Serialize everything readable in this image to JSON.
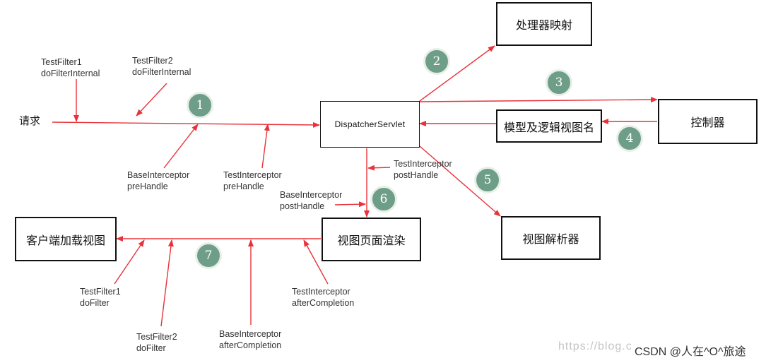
{
  "nodes": {
    "handler_mapping": "处理器映射",
    "dispatcher": "DispatcherServlet",
    "controller": "控制器",
    "model_view": "模型及逻辑视图名",
    "view_resolver": "视图解析器",
    "view_render": "视图页面渲染",
    "client": "客户端加载视图"
  },
  "request_label": "请求",
  "labels": {
    "test_filter1_top": [
      "TestFilter1",
      "doFilterInternal"
    ],
    "test_filter2_top": [
      "TestFilter2",
      "doFilterInternal"
    ],
    "base_pre": [
      "BaseInterceptor",
      "preHandle"
    ],
    "test_pre": [
      "TestInterceptor",
      "preHandle"
    ],
    "test_post": [
      "TestInterceptor",
      "postHandle"
    ],
    "base_post": [
      "BaseInterceptor",
      "postHandle"
    ],
    "test_filter1_bottom": [
      "TestFilter1",
      "doFilter"
    ],
    "test_filter2_bottom": [
      "TestFilter2",
      "doFilter"
    ],
    "base_after": [
      "BaseInterceptor",
      "afterCompletion"
    ],
    "test_after": [
      "TestInterceptor",
      "afterCompletion"
    ]
  },
  "steps": [
    "1",
    "2",
    "3",
    "4",
    "5",
    "6",
    "7"
  ],
  "watermark": {
    "faint": "https://blog.c",
    "credit": "CSDN @人在^O^旅途"
  },
  "colors": {
    "arrow": "#e8323a",
    "badge": "#6e9e87",
    "border": "#111111"
  }
}
